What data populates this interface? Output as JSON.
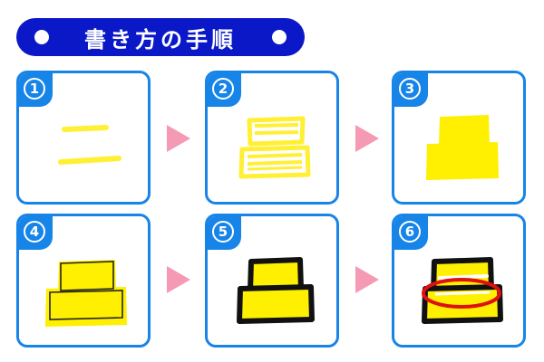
{
  "header": {
    "title": "書き方の手順"
  },
  "steps": [
    {
      "number": "1"
    },
    {
      "number": "2"
    },
    {
      "number": "3"
    },
    {
      "number": "4"
    },
    {
      "number": "5"
    },
    {
      "number": "6"
    }
  ],
  "colors": {
    "banner": "#0a18c8",
    "panel_border": "#1784e8",
    "arrow": "#f59ab4",
    "fill": "#ffff00",
    "highlight": "#ffef35",
    "outline": "#111111",
    "circle_mark": "#e01010"
  }
}
